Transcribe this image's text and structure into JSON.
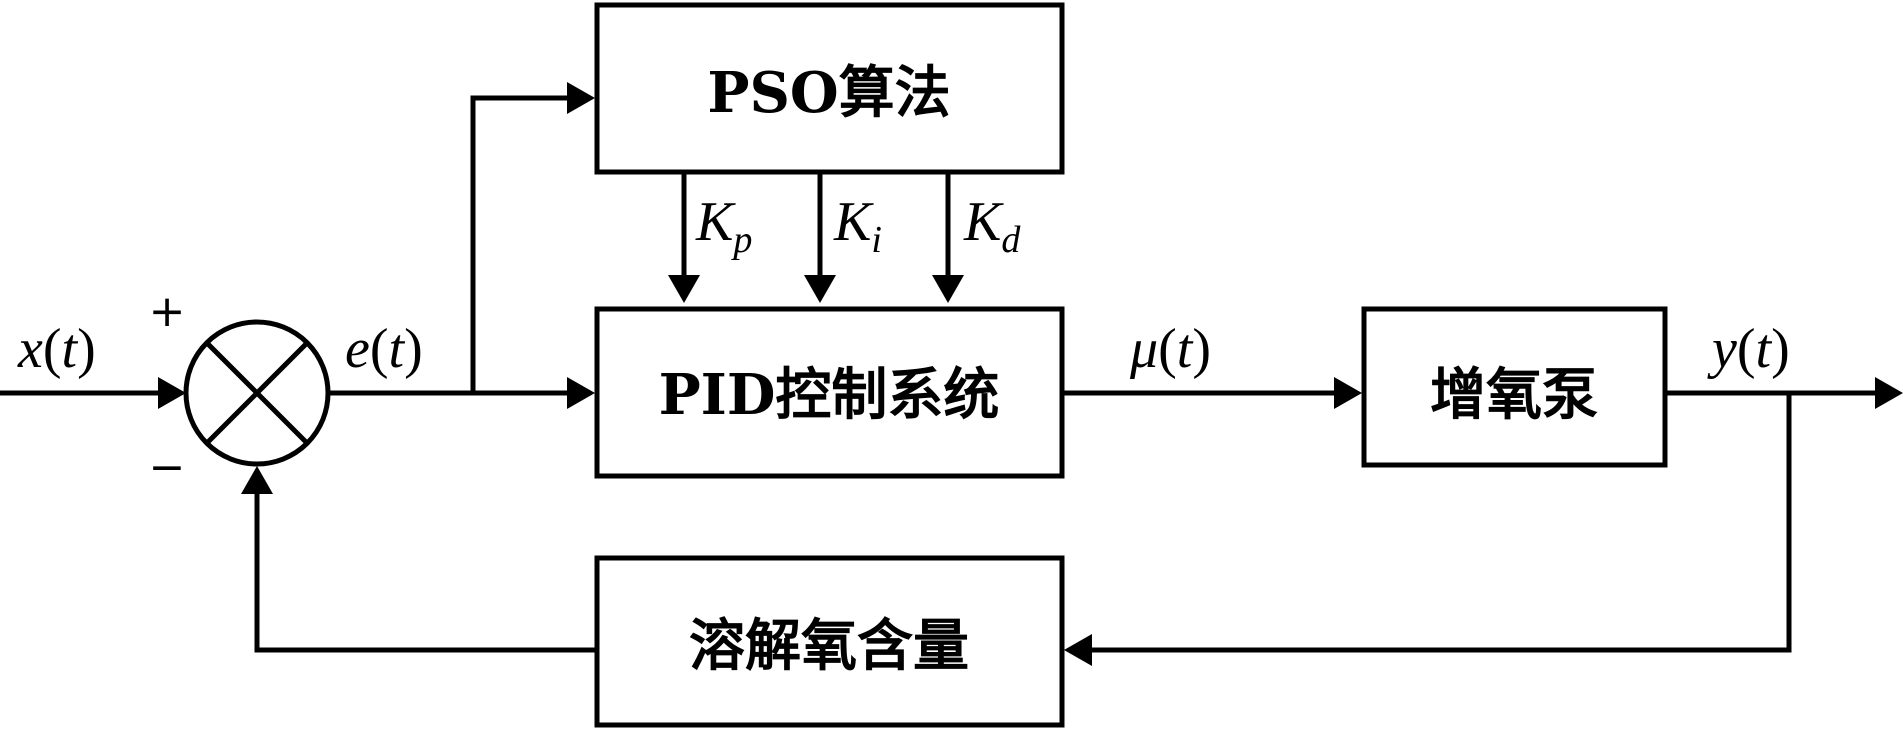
{
  "blocks": {
    "pso": "PSO算法",
    "pid": "PID控制系统",
    "pump": "增氧泵",
    "sensor": "溶解氧含量"
  },
  "signals": {
    "input_var": "x",
    "error_var": "e",
    "control_var": "μ",
    "output_var": "y",
    "time_var": "t",
    "open_paren": "(",
    "close_paren": ")"
  },
  "gains": [
    {
      "main": "K",
      "sub": "p"
    },
    {
      "main": "K",
      "sub": "i"
    },
    {
      "main": "K",
      "sub": "d"
    }
  ],
  "summing_junction": {
    "plus_sign": "+",
    "minus_sign": "−"
  }
}
